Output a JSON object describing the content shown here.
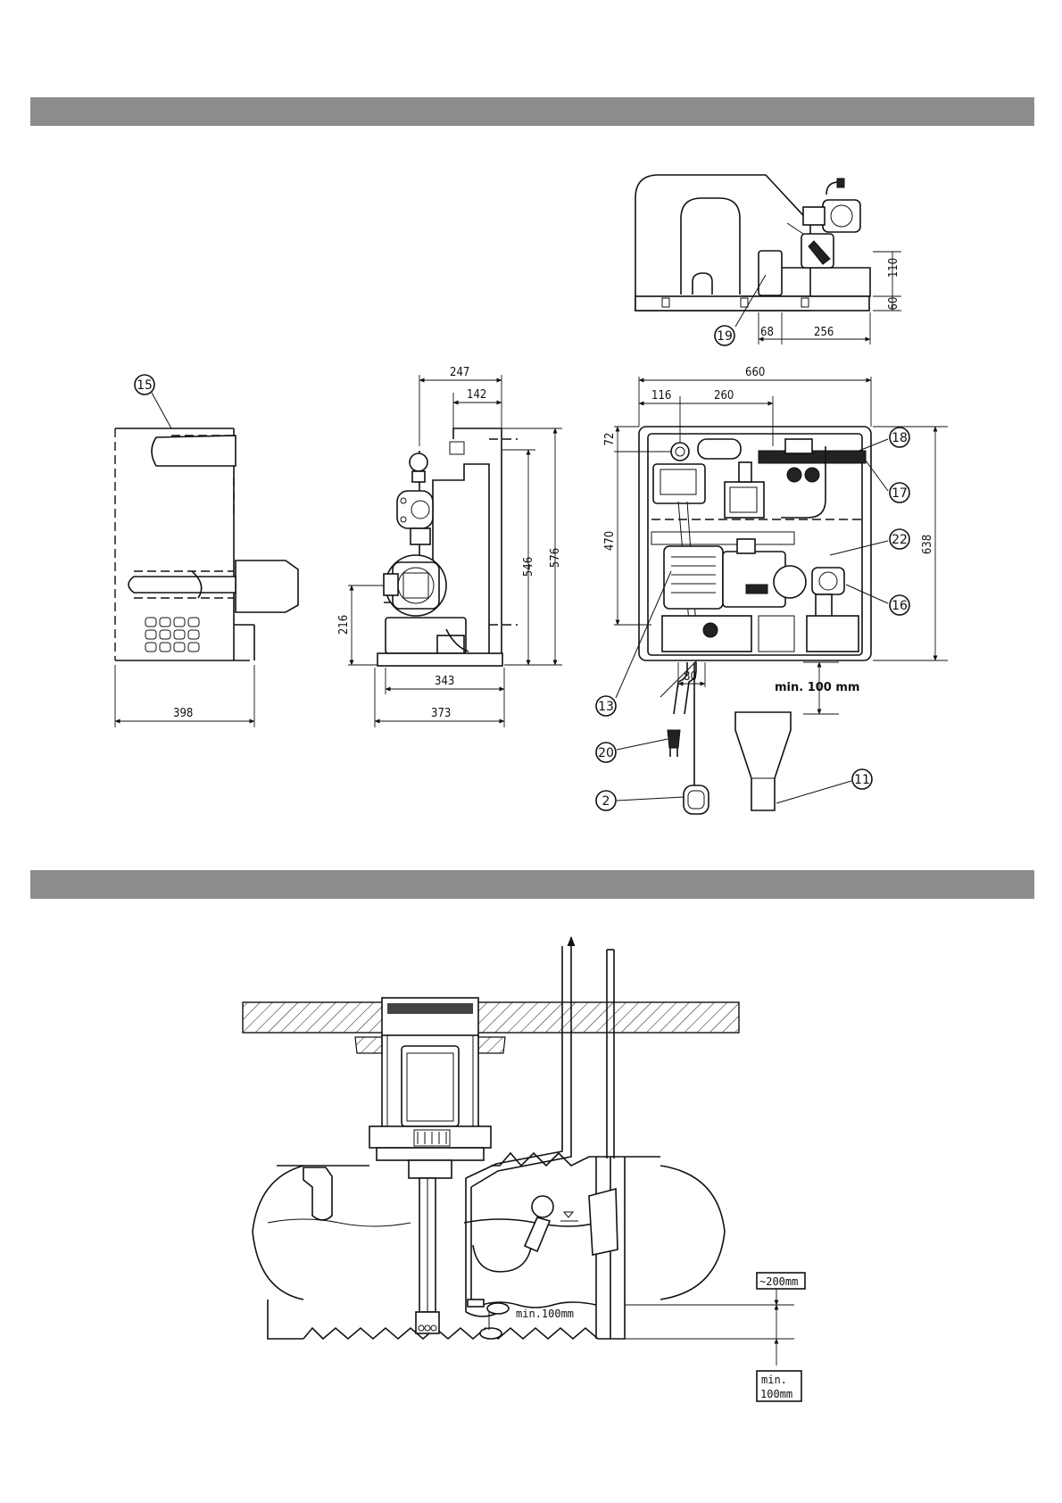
{
  "dimensions": {
    "d398": "398",
    "d247": "247",
    "d142": "142",
    "d546": "546",
    "d576": "576",
    "d216": "216",
    "d343": "343",
    "d373": "373",
    "d660": "660",
    "d116": "116",
    "d260": "260",
    "d72": "72",
    "d470": "470",
    "d638": "638",
    "d80": "80",
    "d68": "68",
    "d256": "256",
    "d110": "110",
    "d60": "60",
    "min100": "min. 100 mm"
  },
  "callouts": {
    "c15": "15",
    "c19": "19",
    "c18": "18",
    "c17": "17",
    "c22": "22",
    "c16": "16",
    "c13": "13",
    "c20": "20",
    "c2": "2",
    "c11": "11"
  },
  "installation": {
    "approx200": "~200mm",
    "min100a": "min.",
    "min100b": "100mm",
    "min100inner": "min.100mm"
  },
  "colors": {
    "band": "#8c8c8c",
    "line": "#111111"
  }
}
